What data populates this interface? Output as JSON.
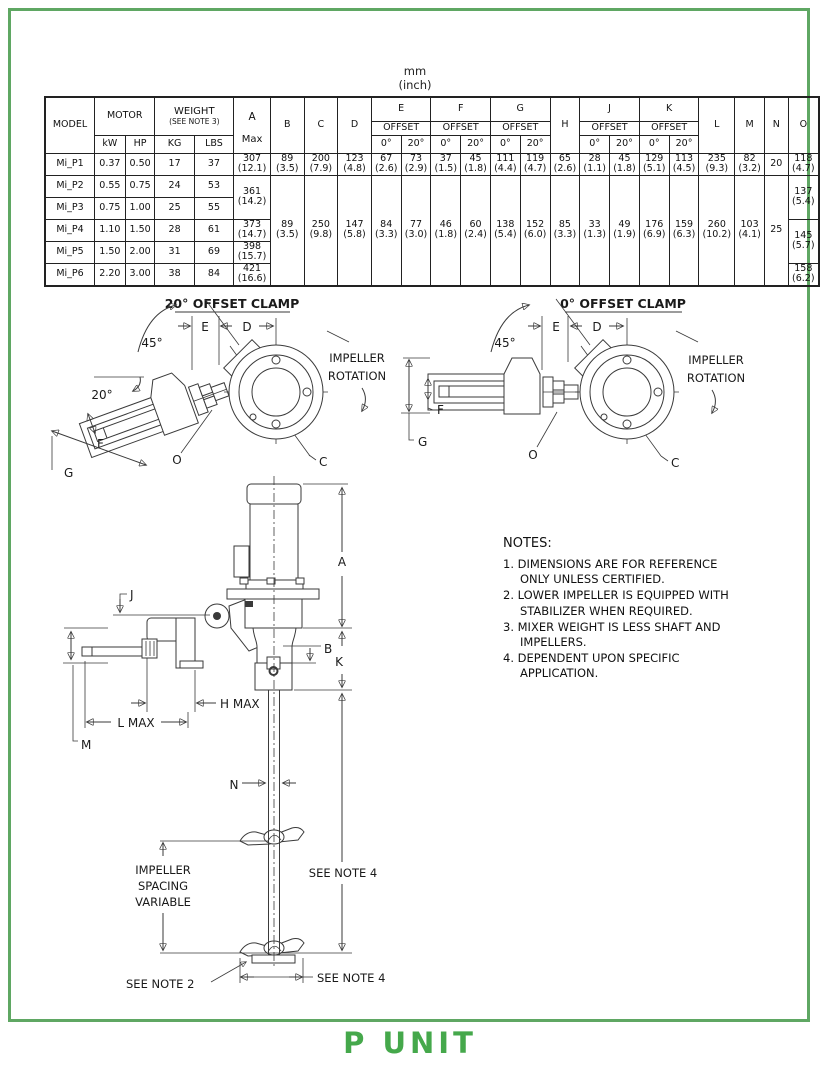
{
  "page": {
    "title": "P UNIT",
    "accent_border": "#5fa763",
    "accent_text": "#45a84b"
  },
  "units": {
    "mm": "mm",
    "inch": "(inch)"
  },
  "table": {
    "head": {
      "model": "MODEL",
      "motor": "MOTOR",
      "kw": "kW",
      "hp": "HP",
      "weight": "WEIGHT",
      "weight_note": "(SEE NOTE 3)",
      "kg": "KG",
      "lbs": "LBS",
      "a": "A",
      "amax": "Max",
      "b": "B",
      "c": "C",
      "d": "D",
      "e": "E",
      "f": "F",
      "g": "G",
      "h": "H",
      "j": "J",
      "k": "K",
      "l": "L",
      "m": "M",
      "n": "N",
      "o": "O",
      "offset": "OFFSET",
      "deg0": "0°",
      "deg20": "20°"
    },
    "rows": {
      "p1": {
        "model": "Mi_P1",
        "kw": "0.37",
        "hp": "0.50",
        "kg": "17",
        "lbs": "37",
        "a": "307\n(12.1)",
        "b": "89\n(3.5)",
        "c": "200\n(7.9)",
        "d": "123\n(4.8)",
        "e0": "67\n(2.6)",
        "e20": "73\n(2.9)",
        "f0": "37\n(1.5)",
        "f20": "45\n(1.8)",
        "g0": "111\n(4.4)",
        "g20": "119\n(4.7)",
        "h": "65\n(2.6)",
        "j0": "28\n(1.1)",
        "j20": "45\n(1.8)",
        "k0": "129\n(5.1)",
        "k20": "113\n(4.5)",
        "l": "235\n(9.3)",
        "m": "82\n(3.2)",
        "n": "20",
        "o": "118\n(4.7)"
      },
      "p2": {
        "model": "Mi_P2",
        "kw": "0.55",
        "hp": "0.75",
        "kg": "24",
        "lbs": "53"
      },
      "p3": {
        "model": "Mi_P3",
        "kw": "0.75",
        "hp": "1.00",
        "kg": "25",
        "lbs": "55"
      },
      "p4": {
        "model": "Mi_P4",
        "kw": "1.10",
        "hp": "1.50",
        "kg": "28",
        "lbs": "61",
        "a": "373\n(14.7)"
      },
      "p5": {
        "model": "Mi_P5",
        "kw": "1.50",
        "hp": "2.00",
        "kg": "31",
        "lbs": "69",
        "a": "398\n(15.7)"
      },
      "p6": {
        "model": "Mi_P6",
        "kw": "2.20",
        "hp": "3.00",
        "kg": "38",
        "lbs": "84",
        "a": "421\n(16.6)"
      },
      "merged": {
        "a_p2p3": "361\n(14.2)",
        "b": "89\n(3.5)",
        "c": "250\n(9.8)",
        "d": "147\n(5.8)",
        "e0": "84\n(3.3)",
        "e20": "77\n(3.0)",
        "f0": "46\n(1.8)",
        "f20": "60\n(2.4)",
        "g0": "138\n(5.4)",
        "g20": "152\n(6.0)",
        "h": "85\n(3.3)",
        "j0": "33\n(1.3)",
        "j20": "49\n(1.9)",
        "k0": "176\n(6.9)",
        "k20": "159\n(6.3)",
        "l": "260\n(10.2)",
        "m": "103\n(4.1)",
        "n": "25",
        "o_p2p3": "137\n(5.4)",
        "o_p4p5": "145\n(5.7)",
        "o_p6": "158\n(6.2)"
      }
    }
  },
  "diagrams": {
    "clamp20": {
      "title": "20° OFFSET CLAMP",
      "angle45": "45°",
      "angle20": "20°",
      "e": "E",
      "d": "D",
      "f": "F",
      "g": "G",
      "o": "O",
      "c": "C",
      "rot1": "IMPELLER",
      "rot2": "ROTATION"
    },
    "clamp0": {
      "title": "0° OFFSET CLAMP",
      "angle45": "45°",
      "e": "E",
      "d": "D",
      "f": "F",
      "g": "G",
      "o": "O",
      "c": "C",
      "rot1": "IMPELLER",
      "rot2": "ROTATION"
    },
    "side": {
      "a": "A",
      "b": "B",
      "j": "J",
      "k": "K",
      "m": "M",
      "n": "N",
      "hmax": "H MAX",
      "lmax": "L MAX",
      "spacing1": "IMPELLER",
      "spacing2": "SPACING",
      "spacing3": "VARIABLE",
      "note4_vert": "SEE NOTE 4",
      "note4_horiz": "SEE NOTE 4",
      "note2": "SEE NOTE 2"
    }
  },
  "notes": {
    "title": "NOTES:",
    "items": [
      "1. DIMENSIONS ARE FOR REFERENCE\nONLY UNLESS CERTIFIED.",
      "2. LOWER IMPELLER IS EQUIPPED WITH\nSTABILIZER WHEN REQUIRED.",
      "3. MIXER WEIGHT IS LESS SHAFT AND\nIMPELLERS.",
      "4. DEPENDENT UPON SPECIFIC\nAPPLICATION."
    ]
  }
}
